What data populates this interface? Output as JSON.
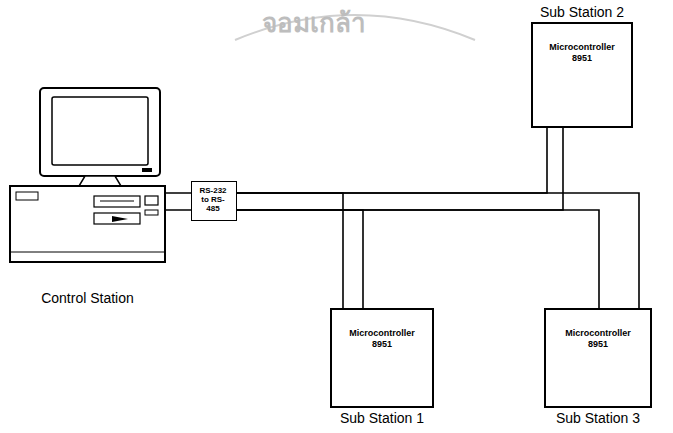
{
  "diagram": {
    "nodes": [
      {
        "text": [
          "Sub Station 2",
          "Microcontroller 8951"
        ]
      },
      {
        "text": [
          "Control Station"
        ]
      },
      {
        "text": [
          "RS-232 to RS-485"
        ]
      },
      {
        "text": [
          "Microcontroller 8951",
          "Sub Station 1"
        ]
      },
      {
        "text": [
          "Microcontroller 8951",
          "Sub Station 3"
        ]
      }
    ],
    "edges": [
      {
        "from": 1,
        "to": 2,
        "arrow": "none"
      },
      {
        "from": 2,
        "to": 0,
        "arrow": "none"
      },
      {
        "from": 2,
        "to": 3,
        "arrow": "none"
      },
      {
        "from": 2,
        "to": 4,
        "arrow": "none"
      }
    ],
    "labels": [
      "จอมเกล้า"
    ]
  }
}
